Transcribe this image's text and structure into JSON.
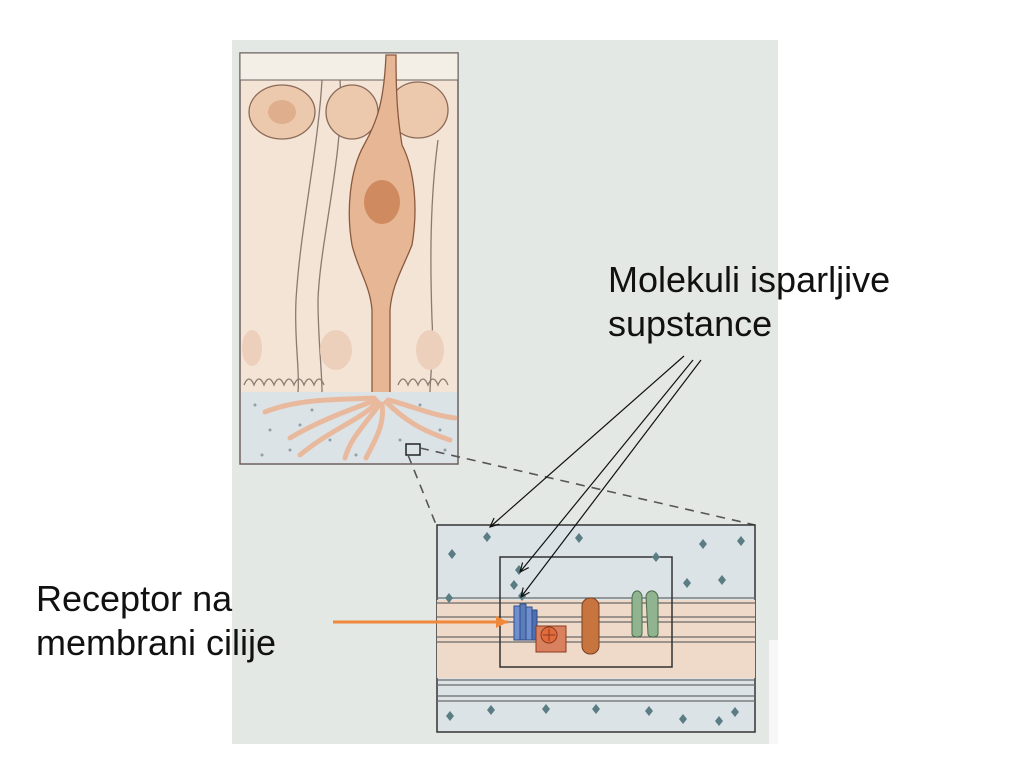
{
  "labels": {
    "molecules_line1": "Molekuli isparljive",
    "molecules_line2": "supstance",
    "receptor_line1": "Receptor na",
    "receptor_line2": "membrani cilije"
  },
  "colors": {
    "photo_bg": "#e4e8e4",
    "epithelium": "#f2e1d2",
    "cell_fill": "#ecc8ac",
    "nucleus": "#d49c78",
    "mucus": "#dbe2e6",
    "membrane": "#efd6c6",
    "molecule": "#5a7d84",
    "receptor": "#5c7db8",
    "arrow_orange": "#f0883a",
    "arrow_black": "#111111"
  }
}
